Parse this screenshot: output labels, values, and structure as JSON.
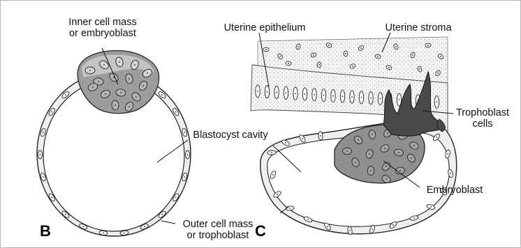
{
  "labels": {
    "inner_cell_mass": "Inner cell mass",
    "or_embryoblast": "or embryoblast",
    "blastocyst_cavity": "Blastocyst cavity",
    "outer_cell_mass": "Outer cell mass",
    "or_trophoblast": "or trophoblast",
    "uterine_epithelium": "Uterine epithelium",
    "uterine_stroma": "Uterine stroma",
    "trophoblast": "Trophoblast",
    "cells": "cells",
    "embryoblast": "Embryoblast"
  },
  "panels": {
    "left": "B",
    "right": "C"
  },
  "colors": {
    "outline": "#222222",
    "embryoblast_fill": "#8f8f8f",
    "embryoblast_light": "#b9b9b9",
    "trophoblast_dark": "#4a4a4a",
    "tissue_fill": "#f1f1f1",
    "cell_fill": "#ffffff"
  }
}
